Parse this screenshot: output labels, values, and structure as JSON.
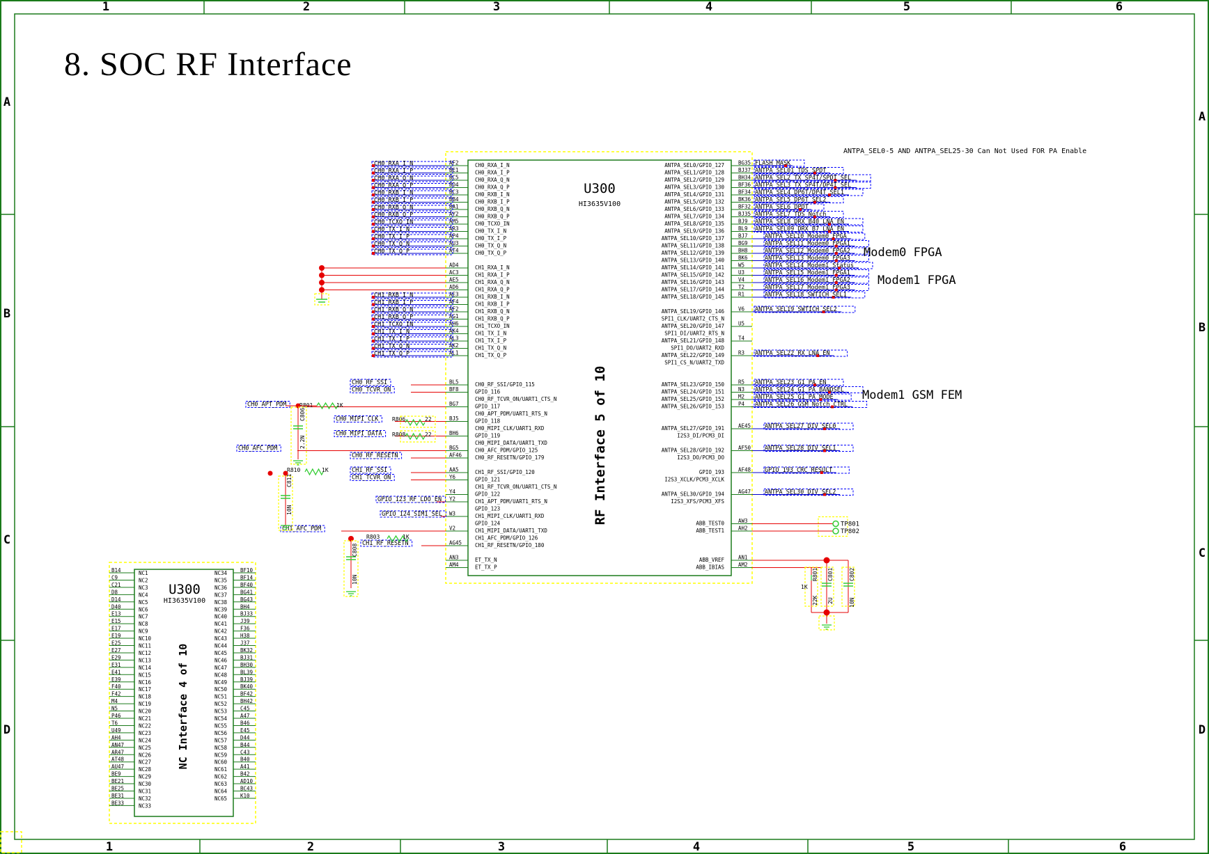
{
  "title": "8. SOC RF Interface",
  "border": {
    "columns": [
      "1",
      "2",
      "3",
      "4",
      "5",
      "6"
    ],
    "rows": [
      "A",
      "B",
      "C",
      "D"
    ]
  },
  "note": "ANTPA_SEL0-5 AND ANTPA_SEL25-30 Can Not Used FOR PA Enable",
  "chip_main": {
    "ref": "U300",
    "part": "HI3635V100",
    "section": "RF Interface 5 of 10",
    "left_pins": [
      {
        "num": "AF2",
        "name": "CH0_RXA_I_N",
        "net": "CH0_RXA_I_N"
      },
      {
        "num": "BE1",
        "name": "CH0_RXA_I_P",
        "net": "CH0_RXA_I_P"
      },
      {
        "num": "BC5",
        "name": "CH0_RXA_Q_N",
        "net": "CH0_RXA_Q_N"
      },
      {
        "num": "BD4",
        "name": "CH0_RXA_Q_P",
        "net": "CH0_RXA_Q_P"
      },
      {
        "num": "BC3",
        "name": "CH0_RXB_I_N",
        "net": "CH0_RXB_I_N"
      },
      {
        "num": "BB4",
        "name": "CH0_RXB_I_P",
        "net": "CH0_RXB_I_P"
      },
      {
        "num": "BA1",
        "name": "CH0_RXB_Q_N",
        "net": "CH0_RXB_Q_N"
      },
      {
        "num": "AY2",
        "name": "CH0_RXB_Q_P",
        "net": "CH0_RXB_Q_P"
      },
      {
        "num": "AM5",
        "name": "CH0_TCXO_IN",
        "net": "CH0_TCXO_IN"
      },
      {
        "num": "AR3",
        "name": "CH0_TX_I_N",
        "net": "CH0_TX_I_N"
      },
      {
        "num": "AP4",
        "name": "CH0_TX_I_P",
        "net": "CH0_TX_I_P"
      },
      {
        "num": "AU3",
        "name": "CH0_TX_Q_N",
        "net": "CH0_TX_Q_N"
      },
      {
        "num": "AT4",
        "name": "CH0_TX_Q_P",
        "net": "CH0_TX_Q_P"
      },
      {
        "num": "",
        "name": "",
        "net": ""
      },
      {
        "num": "AD4",
        "name": "CH1_RXA_I_N",
        "net": ""
      },
      {
        "num": "AC3",
        "name": "CH1_RXA_I_P",
        "net": ""
      },
      {
        "num": "AE5",
        "name": "CH1_RXA_Q_N",
        "net": ""
      },
      {
        "num": "AD6",
        "name": "CH1_RXA_Q_P",
        "net": ""
      },
      {
        "num": "AE3",
        "name": "CH1_RXB_I_N",
        "net": "CH1_RXB_I_N"
      },
      {
        "num": "AF4",
        "name": "CH1_RXB_I_P",
        "net": "CH1_RXB_I_P"
      },
      {
        "num": "AF2",
        "name": "CH1_RXB_Q_N",
        "net": "CH1_RXB_Q_N"
      },
      {
        "num": "AG1",
        "name": "CH1_RXB_Q_P",
        "net": "CH1_RXB_Q_P"
      },
      {
        "num": "AH6",
        "name": "CH1_TCXO_IN",
        "net": "CH1_TCXO_IN"
      },
      {
        "num": "AK4",
        "name": "CH1_TX_I_N",
        "net": "CH1_TX_I_N"
      },
      {
        "num": "AL3",
        "name": "CH1_TX_I_P",
        "net": "CH1_TX_I_P"
      },
      {
        "num": "AK2",
        "name": "CH1_TX_Q_N",
        "net": "CH1_TX_Q_N"
      },
      {
        "num": "AL1",
        "name": "CH1_TX_Q_P",
        "net": "CH1_TX_Q_P"
      },
      {
        "num": "",
        "name": "",
        "net": ""
      },
      {
        "num": "",
        "name": "",
        "net": ""
      },
      {
        "num": "",
        "name": "",
        "net": ""
      },
      {
        "num": "BL5",
        "name": "CH0_RF_SSI/GPIO_115",
        "net": "CH0_RF_SSI"
      },
      {
        "num": "BF8",
        "name": "GPIO_116",
        "net": "CH0_TCVR_ON"
      },
      {
        "num": "",
        "name": "CH0_RF_TCVR_ON/UART1_CTS_N",
        "net": ""
      },
      {
        "num": "BG7",
        "name": "GPIO_117",
        "net": "CH0_APT_PDM"
      },
      {
        "num": "",
        "name": "CH0_APT_PDM/UART1_RTS_N",
        "net": ""
      },
      {
        "num": "BJ5",
        "name": "GPIO_118",
        "net": "CH0_MIPI_CLK"
      },
      {
        "num": "",
        "name": "CH0_MIPI_CLK/UART1_RXD",
        "net": ""
      },
      {
        "num": "BH6",
        "name": "GPIO_119",
        "net": "CH0_MIPI_DATA"
      },
      {
        "num": "",
        "name": "CH0_MIPI_DATA/UART1_TXD",
        "net": ""
      },
      {
        "num": "BG5",
        "name": "CH0_AFC_PDM/GPIO_125",
        "net": "CH0_AFC_PDM"
      },
      {
        "num": "AF46",
        "name": "CH0_RF_RESETN/GPIO_179",
        "net": "CH0_RF_RESETN"
      },
      {
        "num": "",
        "name": "",
        "net": ""
      },
      {
        "num": "AA5",
        "name": "CH1_RF_SSI/GPIO_120",
        "net": "CH1_RF_SSI"
      },
      {
        "num": "Y6",
        "name": "GPIO_121",
        "net": "CH1_TCVR_ON"
      },
      {
        "num": "",
        "name": "CH1_RF_TCVR_ON/UART1_CTS_N",
        "net": ""
      },
      {
        "num": "Y4",
        "name": "GPIO_122",
        "net": ""
      },
      {
        "num": "Y2",
        "name": "CH1_APT_PDM/UART1_RTS_N",
        "net": "GPIO_123_RF_LDO_EN"
      },
      {
        "num": "",
        "name": "GPIO_123",
        "net": ""
      },
      {
        "num": "W3",
        "name": "CH1_MIPI_CLK/UART1_RXD",
        "net": "GPIO_124_SIM1_SEL"
      },
      {
        "num": "",
        "name": "GPIO_124",
        "net": ""
      },
      {
        "num": "V2",
        "name": "CH1_MIPI_DATA/UART1_TXD",
        "net": "CH1_AFC_PDM"
      },
      {
        "num": "",
        "name": "CH1_AFC_PDM/GPIO_126",
        "net": ""
      },
      {
        "num": "AG45",
        "name": "CH1_RF_RESETN/GPIO_180",
        "net": "CH1_RF_RESETN"
      },
      {
        "num": "",
        "name": "",
        "net": ""
      },
      {
        "num": "AN3",
        "name": "ET_TX_N",
        "net": ""
      },
      {
        "num": "AM4",
        "name": "ET_TX_P",
        "net": ""
      }
    ],
    "right_pins": [
      {
        "num": "BG35",
        "name": "ANTPA_SEL0/GPIO_127",
        "net": "FLASH_MASK"
      },
      {
        "num": "BJ37",
        "name": "ANTPA_SEL1/GPIO_128",
        "net": "ANTPA_SEL01_TDS_SPDT"
      },
      {
        "num": "BH34",
        "name": "ANTPA_SEL2/GPIO_129",
        "net": "ANTPA_SEL2_TX_SP4T/SPDT_SEL"
      },
      {
        "num": "BF36",
        "name": "ANTPA_SEL3/GPIO_130",
        "net": "ANTPA_SEL3_TX_SP4T/DP4T_SEL"
      },
      {
        "num": "BF34",
        "name": "ANTPA_SEL4/GPIO_131",
        "net": "ANTPA_SEL4_DP6T/DP4T_SEL1"
      },
      {
        "num": "BK36",
        "name": "ANTPA_SEL5/GPIO_132",
        "net": "ANTPA_SEL5_DP6T_SEL2"
      },
      {
        "num": "BF32",
        "name": "ANTPA_SEL6/GPIO_133",
        "net": "ANTPA_SEL6_DPDT"
      },
      {
        "num": "BJ35",
        "name": "ANTPA_SEL7/GPIO_134",
        "net": "ANTPA_SEL7_TDS_Notch"
      },
      {
        "num": "BJ9",
        "name": "ANTPA_SEL8/GPIO_135",
        "net": "ANTPA_SEL8_DRX_B40_LNA_EN"
      },
      {
        "num": "BL9",
        "name": "ANTPA_SEL9/GPIO_136",
        "net": "ANTPA_SEL09_DRX_B7_LNA_EN"
      },
      {
        "num": "BJ7",
        "name": "ANTPA_SEL10/GPIO_137",
        "net": "ANTPA_SEL10_Modem0_FPGA"
      },
      {
        "num": "BG9",
        "name": "ANTPA_SEL11/GPIO_138",
        "net": "ANTPA_SEL11_Modem0_FPGA1"
      },
      {
        "num": "BH8",
        "name": "ANTPA_SEL12/GPIO_139",
        "net": "ANTPA_SEL12_Modem0_FPGA2"
      },
      {
        "num": "BK6",
        "name": "ANTPA_SEL13/GPIO_140",
        "net": "ANTPA_SEL13_Modem0_FPGA3"
      },
      {
        "num": "W5",
        "name": "ANTPA_SEL14/GPIO_141",
        "net": "ANTPA_SEL14_Modem1_Status"
      },
      {
        "num": "U3",
        "name": "ANTPA_SEL15/GPIO_142",
        "net": "ANTPA_SEL15_Modem1_FPGA1"
      },
      {
        "num": "V4",
        "name": "ANTPA_SEL16/GPIO_143",
        "net": "ANTPA_SEL16_Modem1_FPGA2"
      },
      {
        "num": "T2",
        "name": "ANTPA_SEL17/GPIO_144",
        "net": "ANTPA_SEL17_Modem1_FPGA3"
      },
      {
        "num": "R1",
        "name": "ANTPA_SEL18/GPIO_145",
        "net": "ANTPA_SEL18_SWTICH_SEL1"
      },
      {
        "num": "",
        "name": "",
        "net": ""
      },
      {
        "num": "V6",
        "name": "ANTPA_SEL19/GPIO_146",
        "net": "ANTPA_SEL19_SWTICH_SEL2"
      },
      {
        "num": "",
        "name": "SPI1_CLK/UART2_CTS_N",
        "net": ""
      },
      {
        "num": "U5",
        "name": "ANTPA_SEL20/GPIO_147",
        "net": ""
      },
      {
        "num": "",
        "name": "SPI1_DI/UART2_RTS_N",
        "net": ""
      },
      {
        "num": "T4",
        "name": "ANTPA_SEL21/GPIO_148",
        "net": ""
      },
      {
        "num": "",
        "name": "SPI1_DO/UART2_RXD",
        "net": ""
      },
      {
        "num": "R3",
        "name": "ANTPA_SEL22/GPIO_149",
        "net": "ANTPA_SEL22_RX_LNA_EN"
      },
      {
        "num": "",
        "name": "SPI1_CS_N/UART2_TXD",
        "net": ""
      },
      {
        "num": "",
        "name": "",
        "net": ""
      },
      {
        "num": "",
        "name": "",
        "net": ""
      },
      {
        "num": "R5",
        "name": "ANTPA_SEL23/GPIO_150",
        "net": "ANTPA_SEL23_G1_PA_EN"
      },
      {
        "num": "N3",
        "name": "ANTPA_SEL24/GPIO_151",
        "net": "ANTPA_SEL24_G1_PA_BANDSEL"
      },
      {
        "num": "M2",
        "name": "ANTPA_SEL25/GPIO_152",
        "net": "ANTPA_SEL25_G1_PA_MODE"
      },
      {
        "num": "P4",
        "name": "ANTPA_SEL26/GPIO_153",
        "net": "ANTPA_SEL26_GSM_Notch_CTRL"
      },
      {
        "num": "",
        "name": "",
        "net": ""
      },
      {
        "num": "",
        "name": "",
        "net": ""
      },
      {
        "num": "AE45",
        "name": "ANTPA_SEL27/GPIO_191",
        "net": "ANTPA_SEL27_DIV_SEL0"
      },
      {
        "num": "",
        "name": "I2S3_DI/PCM3_DI",
        "net": ""
      },
      {
        "num": "",
        "name": "",
        "net": ""
      },
      {
        "num": "AF50",
        "name": "ANTPA_SEL28/GPIO_192",
        "net": "ANTPA_SEL28_DIV_SEL1"
      },
      {
        "num": "",
        "name": "I2S3_DO/PCM3_DO",
        "net": ""
      },
      {
        "num": "",
        "name": "",
        "net": ""
      },
      {
        "num": "AF48",
        "name": "GPIO_193",
        "net": "GPIO_193_CRC_RESULT"
      },
      {
        "num": "",
        "name": "I2S3_XCLK/PCM3_XCLK",
        "net": ""
      },
      {
        "num": "",
        "name": "",
        "net": ""
      },
      {
        "num": "AG47",
        "name": "ANTPA_SEL30/GPIO_194",
        "net": "ANTPA_SEL30_DIV_SEL2"
      },
      {
        "num": "",
        "name": "I2S3_XFS/PCM3_XFS",
        "net": ""
      },
      {
        "num": "",
        "name": "",
        "net": ""
      },
      {
        "num": "",
        "name": "",
        "net": ""
      },
      {
        "num": "AW3",
        "name": "ABB_TEST0",
        "net": ""
      },
      {
        "num": "AH2",
        "name": "ABB_TEST1",
        "net": ""
      },
      {
        "num": "",
        "name": "",
        "net": ""
      },
      {
        "num": "",
        "name": "",
        "net": ""
      },
      {
        "num": "",
        "name": "",
        "net": ""
      },
      {
        "num": "AN1",
        "name": "ABB_VREF",
        "net": ""
      },
      {
        "num": "AM2",
        "name": "ABB_IBIAS",
        "net": ""
      }
    ]
  },
  "group_labels": {
    "modem0_fpga": "Modem0 FPGA",
    "modem1_fpga": "Modem1 FPGA",
    "modem1_gsm": "Modem1 GSM FEM"
  },
  "test_points": [
    "TP801",
    "TP802"
  ],
  "passives_left": [
    {
      "ref": "R801",
      "value": "1K"
    },
    {
      "ref": "R806",
      "value": "22"
    },
    {
      "ref": "R808",
      "value": "22"
    },
    {
      "ref": "R810",
      "value": "1K"
    },
    {
      "ref": "R803",
      "value": "1K"
    },
    {
      "ref": "C806",
      "value": "2.2N"
    },
    {
      "ref": "C811",
      "value": "10N"
    },
    {
      "ref": "C808",
      "value": "10N"
    }
  ],
  "passives_right": [
    {
      "ref": "R801",
      "value": "1K"
    },
    {
      "ref": "C801",
      "value": "2U"
    },
    {
      "ref": "C802",
      "value": "10N"
    },
    {
      "ref": "",
      "value": "22K"
    }
  ],
  "chip_nc": {
    "ref": "U300",
    "part": "HI3635V100",
    "section": "NC Interface 4 of 10",
    "left_pins": [
      {
        "num": "B14",
        "name": "NC1"
      },
      {
        "num": "C9",
        "name": "NC2"
      },
      {
        "num": "C21",
        "name": "NC3"
      },
      {
        "num": "D8",
        "name": "NC4"
      },
      {
        "num": "D14",
        "name": "NC5"
      },
      {
        "num": "D40",
        "name": "NC6"
      },
      {
        "num": "E13",
        "name": "NC7"
      },
      {
        "num": "E15",
        "name": "NC8"
      },
      {
        "num": "E17",
        "name": "NC9"
      },
      {
        "num": "E19",
        "name": "NC10"
      },
      {
        "num": "E25",
        "name": "NC11"
      },
      {
        "num": "E27",
        "name": "NC12"
      },
      {
        "num": "E29",
        "name": "NC13"
      },
      {
        "num": "E31",
        "name": "NC14"
      },
      {
        "num": "E41",
        "name": "NC15"
      },
      {
        "num": "E39",
        "name": "NC16"
      },
      {
        "num": "F40",
        "name": "NC17"
      },
      {
        "num": "F42",
        "name": "NC18"
      },
      {
        "num": "M4",
        "name": "NC19"
      },
      {
        "num": "N5",
        "name": "NC20"
      },
      {
        "num": "P46",
        "name": "NC21"
      },
      {
        "num": "T6",
        "name": "NC22"
      },
      {
        "num": "U49",
        "name": "NC23"
      },
      {
        "num": "AH4",
        "name": "NC24"
      },
      {
        "num": "AN47",
        "name": "NC25"
      },
      {
        "num": "AR47",
        "name": "NC26"
      },
      {
        "num": "AT48",
        "name": "NC27"
      },
      {
        "num": "AU47",
        "name": "NC28"
      },
      {
        "num": "BE9",
        "name": "NC29"
      },
      {
        "num": "BE21",
        "name": "NC30"
      },
      {
        "num": "BE25",
        "name": "NC31"
      },
      {
        "num": "BE31",
        "name": "NC32"
      },
      {
        "num": "BE33",
        "name": "NC33"
      }
    ],
    "right_pins": [
      {
        "num": "BF10",
        "name": "NC34"
      },
      {
        "num": "BF14",
        "name": "NC35"
      },
      {
        "num": "BF40",
        "name": "NC36"
      },
      {
        "num": "BG41",
        "name": "NC37"
      },
      {
        "num": "BG43",
        "name": "NC38"
      },
      {
        "num": "BH4",
        "name": "NC39"
      },
      {
        "num": "BJ33",
        "name": "NC40"
      },
      {
        "num": "J39",
        "name": "NC41"
      },
      {
        "num": "F36",
        "name": "NC42"
      },
      {
        "num": "H38",
        "name": "NC43"
      },
      {
        "num": "J37",
        "name": "NC44"
      },
      {
        "num": "BK32",
        "name": "NC45"
      },
      {
        "num": "BJ31",
        "name": "NC46"
      },
      {
        "num": "BH30",
        "name": "NC47"
      },
      {
        "num": "BL39",
        "name": "NC48"
      },
      {
        "num": "BJ39",
        "name": "NC49"
      },
      {
        "num": "BK40",
        "name": "NC50"
      },
      {
        "num": "BF42",
        "name": "NC51"
      },
      {
        "num": "BH42",
        "name": "NC52"
      },
      {
        "num": "C45",
        "name": "NC53"
      },
      {
        "num": "A47",
        "name": "NC54"
      },
      {
        "num": "B46",
        "name": "NC55"
      },
      {
        "num": "E45",
        "name": "NC56"
      },
      {
        "num": "D44",
        "name": "NC57"
      },
      {
        "num": "B44",
        "name": "NC58"
      },
      {
        "num": "C43",
        "name": "NC59"
      },
      {
        "num": "B40",
        "name": "NC60"
      },
      {
        "num": "A41",
        "name": "NC61"
      },
      {
        "num": "B42",
        "name": "NC62"
      },
      {
        "num": "AD10",
        "name": "NC63"
      },
      {
        "num": "BC43",
        "name": "NC64"
      },
      {
        "num": "K10",
        "name": "NC65"
      }
    ]
  },
  "colors": {
    "border": "#1a7a1a",
    "wire_red": "#e60000",
    "wire_blue": "#0000cc",
    "flag_blue": "#0000ff",
    "dash_yellow": "#ffff00",
    "pin_green": "#1a7a1a",
    "text": "#000000",
    "resistor": "#33cc33"
  }
}
